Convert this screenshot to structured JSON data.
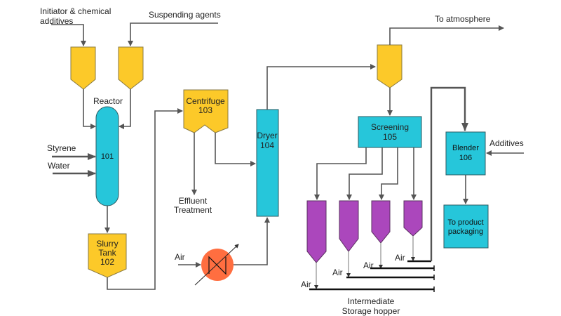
{
  "diagram": {
    "type": "process-flow-diagram",
    "colors": {
      "hopper": "#fcc929",
      "vessel": "#26c6da",
      "storage_hopper": "#ab47bc",
      "heater": "#ff6e40",
      "line": "#555555"
    },
    "inputs": {
      "initiator": "Initiator & chemical",
      "initiator_line2": "additives",
      "suspending": "Suspending agents",
      "styrene": "Styrene",
      "water": "Water",
      "air_heater": "Air",
      "additives": "Additives"
    },
    "outputs": {
      "atmosphere": "To atmosphere",
      "effluent_line1": "Effluent",
      "effluent_line2": "Treatment",
      "storage_line1": "Intermediate",
      "storage_line2": "Storage hopper"
    },
    "equipment": {
      "reactor_title": "Reactor",
      "reactor_id": "101",
      "slurry_line1": "Slurry",
      "slurry_line2": "Tank",
      "slurry_id": "102",
      "centrifuge_name": "Centrifuge",
      "centrifuge_id": "103",
      "dryer_name": "Dryer",
      "dryer_id": "104",
      "screening_name": "Screening",
      "screening_id": "105",
      "blender_name": "Blender",
      "blender_id": "106",
      "packaging_line1": "To product",
      "packaging_line2": "packaging"
    },
    "air_labels": [
      "Air",
      "Air",
      "Air",
      "Air"
    ]
  }
}
